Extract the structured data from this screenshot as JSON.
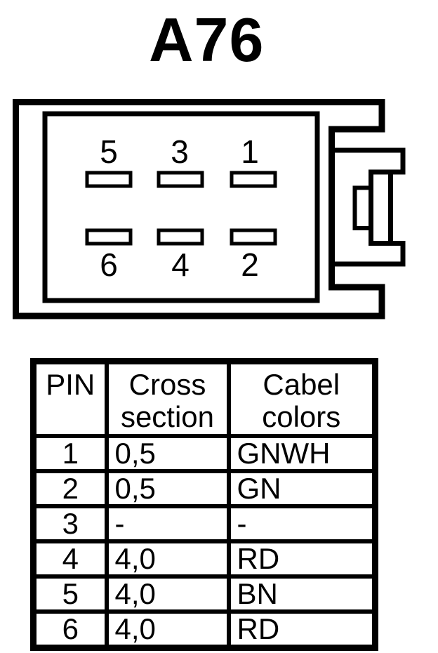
{
  "title": "A76",
  "connector": {
    "pin_labels": [
      "5",
      "3",
      "1",
      "6",
      "4",
      "2"
    ]
  },
  "table": {
    "headers": [
      [
        "PIN",
        ""
      ],
      [
        "Cross",
        "section"
      ],
      [
        "Cabel",
        "colors"
      ]
    ],
    "rows": [
      [
        "1",
        "0,5",
        "GNWH"
      ],
      [
        "2",
        "0,5",
        "GN"
      ],
      [
        "3",
        "-",
        "-"
      ],
      [
        "4",
        "4,0",
        "RD"
      ],
      [
        "5",
        "4,0",
        "BN"
      ],
      [
        "6",
        "4,0",
        "RD"
      ]
    ]
  },
  "colors": {
    "ink": "#000000",
    "paper": "#ffffff"
  }
}
